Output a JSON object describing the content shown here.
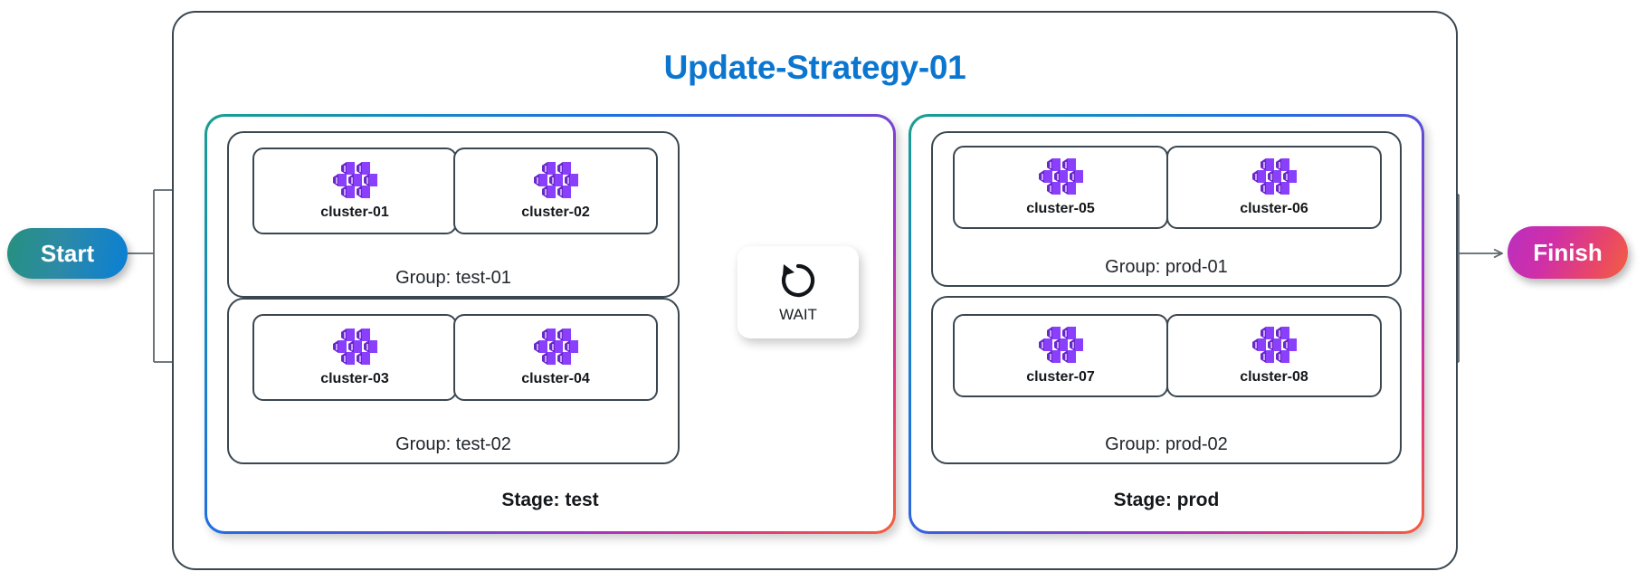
{
  "diagram": {
    "title": "Update-Strategy-01",
    "title_color": "#0b76d0"
  },
  "start_node": {
    "label": "Start",
    "gradient_from": "#27907f",
    "gradient_to": "#0a7fd6"
  },
  "finish_node": {
    "label": "Finish",
    "gradient_from": "#b92fc0",
    "gradient_to": "#f2603f"
  },
  "wait_node": {
    "label": "WAIT",
    "icon": "rotate-counterclockwise-icon"
  },
  "stages": [
    {
      "label": "Stage: test",
      "groups": [
        {
          "label": "Group: test-01",
          "clusters": [
            {
              "name": "cluster-01",
              "icon": "kubernetes-cluster-icon"
            },
            {
              "name": "cluster-02",
              "icon": "kubernetes-cluster-icon"
            }
          ]
        },
        {
          "label": "Group: test-02",
          "clusters": [
            {
              "name": "cluster-03",
              "icon": "kubernetes-cluster-icon"
            },
            {
              "name": "cluster-04",
              "icon": "kubernetes-cluster-icon"
            }
          ]
        }
      ]
    },
    {
      "label": "Stage: prod",
      "groups": [
        {
          "label": "Group: prod-01",
          "clusters": [
            {
              "name": "cluster-05",
              "icon": "kubernetes-cluster-icon"
            },
            {
              "name": "cluster-06",
              "icon": "kubernetes-cluster-icon"
            }
          ]
        },
        {
          "label": "Group: prod-02",
          "clusters": [
            {
              "name": "cluster-07",
              "icon": "kubernetes-cluster-icon"
            },
            {
              "name": "cluster-08",
              "icon": "kubernetes-cluster-icon"
            }
          ]
        }
      ]
    }
  ],
  "colors": {
    "outline": "#3a4750",
    "connector": "#5c666e",
    "cluster_icon": "#8a3ffc",
    "cluster_icon_dark": "#6929c4"
  }
}
